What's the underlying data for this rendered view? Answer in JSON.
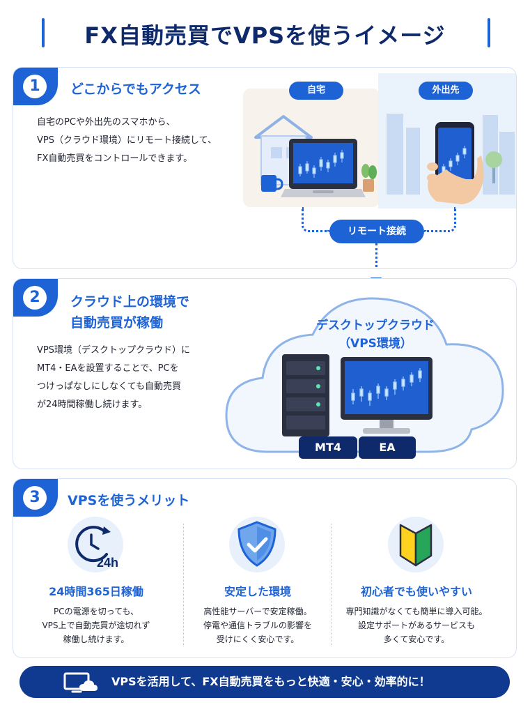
{
  "header": {
    "title": "FX自動売買でVPSを使うイメージ"
  },
  "section1": {
    "number": "1",
    "title": "どこからでもアクセス",
    "body": [
      "自宅のPCや外出先のスマホから、",
      "VPS（クラウド環境）にリモート接続して、",
      "FX自動売買をコントロールできます。"
    ],
    "home_label": "自宅",
    "outside_label": "外出先",
    "remote_label": "リモート接続"
  },
  "section2": {
    "number": "2",
    "title_lines": [
      "クラウド上の環境で",
      "自動売買が稼働"
    ],
    "body": [
      "VPS環境（デスクトップクラウド）に",
      "MT4・EAを設置することで、PCを",
      "つけっぱなしにしなくても自動売買",
      "が24時間稼働し続けます。"
    ],
    "cloud_title_lines": [
      "デスクトップクラウド",
      "（VPS環境）"
    ],
    "tag_mt4": "MT4",
    "tag_ea": "EA"
  },
  "section3": {
    "number": "3",
    "title": "VPSを使うメリット",
    "benefits": [
      {
        "icon": "clock-24h-icon",
        "icon_text": "24h",
        "title": "24時間365日稼働",
        "lines": [
          "PCの電源を切っても、",
          "VPS上で自動売買が途切れず",
          "稼働し続けます。"
        ]
      },
      {
        "icon": "shield-check-icon",
        "title": "安定した環境",
        "lines": [
          "高性能サーバーで安定稼働。",
          "停電や通信トラブルの影響を",
          "受けにくく安心です。"
        ]
      },
      {
        "icon": "beginner-mark-icon",
        "title": "初心者でも使いやすい",
        "lines": [
          "専門知識がなくても簡単に導入可能。",
          "設定サポートがあるサービスも",
          "多くて安心です。"
        ]
      }
    ]
  },
  "footer": {
    "text": "VPSを活用して、FX自動売買をもっと快適・安心・効率的に！"
  },
  "colors": {
    "primary": "#1e63d6",
    "navy": "#0f2a6b",
    "footer": "#0f3a8f"
  }
}
